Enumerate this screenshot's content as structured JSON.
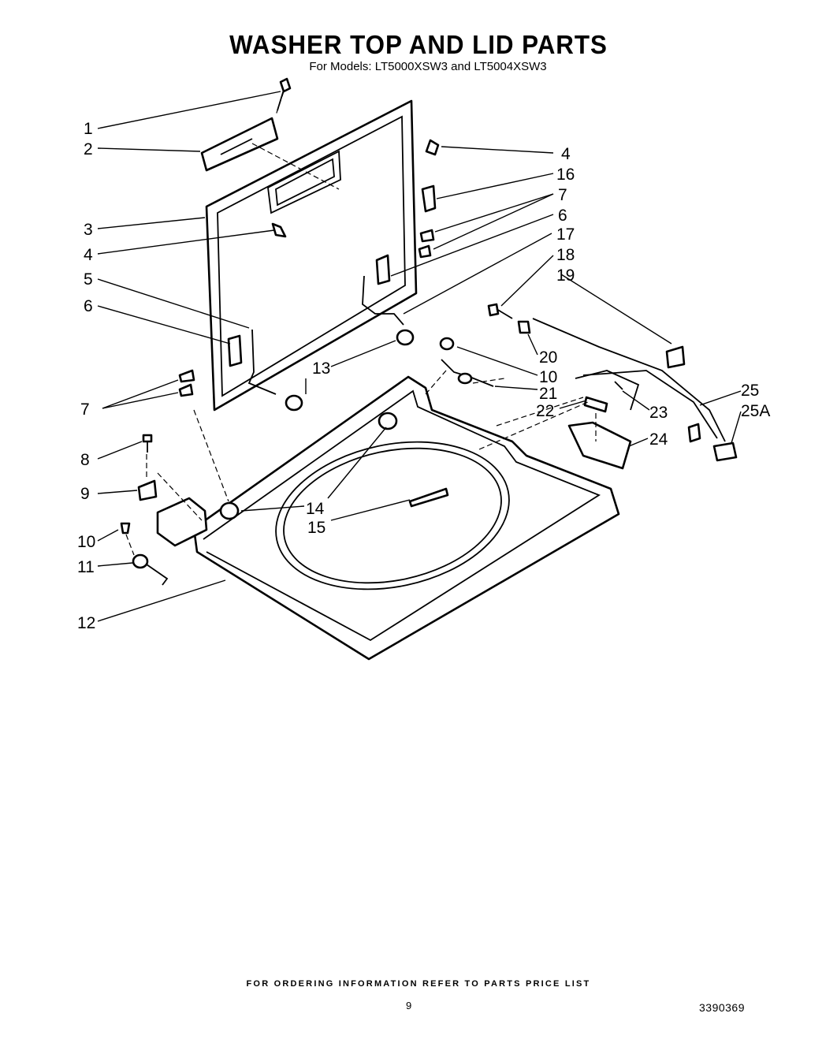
{
  "header": {
    "title": "WASHER TOP AND LID PARTS",
    "subtitle": "For Models: LT5000XSW3 and LT5004XSW3"
  },
  "callouts": [
    "1",
    "2",
    "3",
    "4",
    "5",
    "6",
    "7",
    "8",
    "9",
    "10",
    "11",
    "12",
    "13",
    "14",
    "15",
    "16",
    "7",
    "6",
    "17",
    "18",
    "19",
    "20",
    "10",
    "21",
    "22",
    "23",
    "24",
    "25",
    "25A",
    "4"
  ],
  "footer": {
    "ordering_note": "FOR ORDERING INFORMATION REFER TO PARTS PRICE LIST",
    "page_number": "9",
    "document_number": "3390369"
  }
}
